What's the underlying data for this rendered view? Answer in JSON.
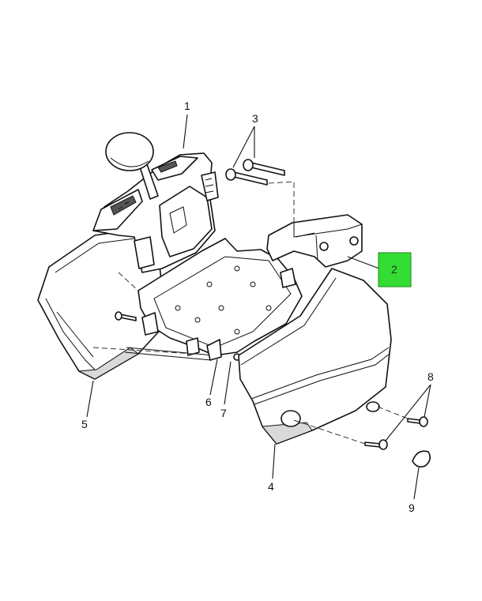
{
  "callouts": {
    "c1": "1",
    "c2": "2",
    "c3": "3",
    "c4": "4",
    "c5": "5",
    "c6": "6",
    "c7": "7",
    "c8": "8",
    "c9": "9"
  },
  "colors": {
    "highlight": "#33dd33",
    "line": "#111111"
  }
}
